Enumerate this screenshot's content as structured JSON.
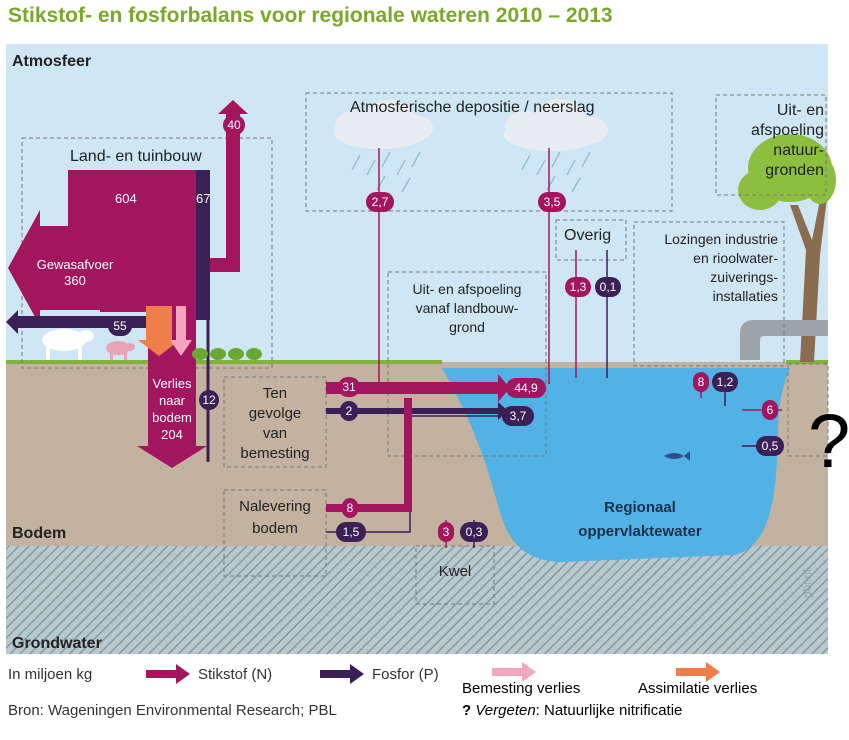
{
  "title": "Stikstof- en fosforbalans voor regionale wateren 2010 – 2013",
  "layers": {
    "atmosfeer": "Atmosfeer",
    "bodem": "Bodem",
    "grondwater": "Grondwater"
  },
  "boxes": {
    "land_tuinbouw": "Land- en tuinbouw",
    "atm_depositie": "Atmosferische depositie / neerslag",
    "uit_afspoeling_natuur": [
      "Uit- en",
      "afspoeling",
      "natuur-",
      "gronden"
    ],
    "overig": "Overig",
    "lozingen": [
      "Lozingen industrie",
      "en rioolwater-",
      "zuiverings-",
      "installaties"
    ],
    "uit_afspoeling_landbouw": [
      "Uit- en afspoeling",
      "vanaf landbouw-",
      "grond"
    ],
    "ten_gevolge": [
      "Ten",
      "gevolge",
      "van",
      "bemesting"
    ],
    "nalevering": [
      "Nalevering",
      "bodem"
    ],
    "kwel": "Kwel",
    "regionaal": [
      "Regionaal",
      "oppervlaktewater"
    ]
  },
  "flows": {
    "n_land_604": "604",
    "p_land_67": "67",
    "gewasafvoer_label": "Gewasafvoer",
    "gewasafvoer_value": "360",
    "n_uitstoot_40": "40",
    "p_gewas_55": "55",
    "verlies_label": [
      "Verlies",
      "naar",
      "bodem"
    ],
    "verlies_value": "204",
    "p_bodem_12": "12",
    "n_depositie_27": "2,7",
    "n_depositie_35": "3,5",
    "n_overig_13": "1,3",
    "p_overig_01": "0,1",
    "n_bemesting_31": "31",
    "p_bemesting_2": "2",
    "n_totaal_449": "44,9",
    "p_totaal_37": "3,7",
    "n_lozing_8": "8",
    "p_lozing_12": "1,2",
    "n_natuur_6": "6",
    "p_natuur_05": "0,5",
    "n_nalevering_8": "8",
    "p_nalevering_15": "1,5",
    "n_kwel_3": "3",
    "p_kwel_03": "0,3"
  },
  "question_mark": "?",
  "legend": {
    "unit": "In miljoen kg",
    "stikstof": "Stikstof (N)",
    "fosfor": "Fosfor (P)",
    "bemesting_verlies": "Bemesting verlies",
    "assimilatie_verlies": "Assimilatie verlies",
    "bron": "Bron: Wageningen Environmental Research; PBL",
    "vergeten_q": "?",
    "vergeten_word": "Vergeten",
    "vergeten_rest": ": Natuurlijke nitrificatie",
    "pbl": "pbl.nl"
  },
  "colors": {
    "stikstof": "#a3165f",
    "fosfor": "#3b1f57",
    "bemesting_verlies": "#f4a6bc",
    "assimilatie_verlies": "#f07e4a",
    "sky": "#cfe6f5",
    "soil": "#c3b29f",
    "water": "#52b2e6",
    "title": "#7ba82a"
  }
}
